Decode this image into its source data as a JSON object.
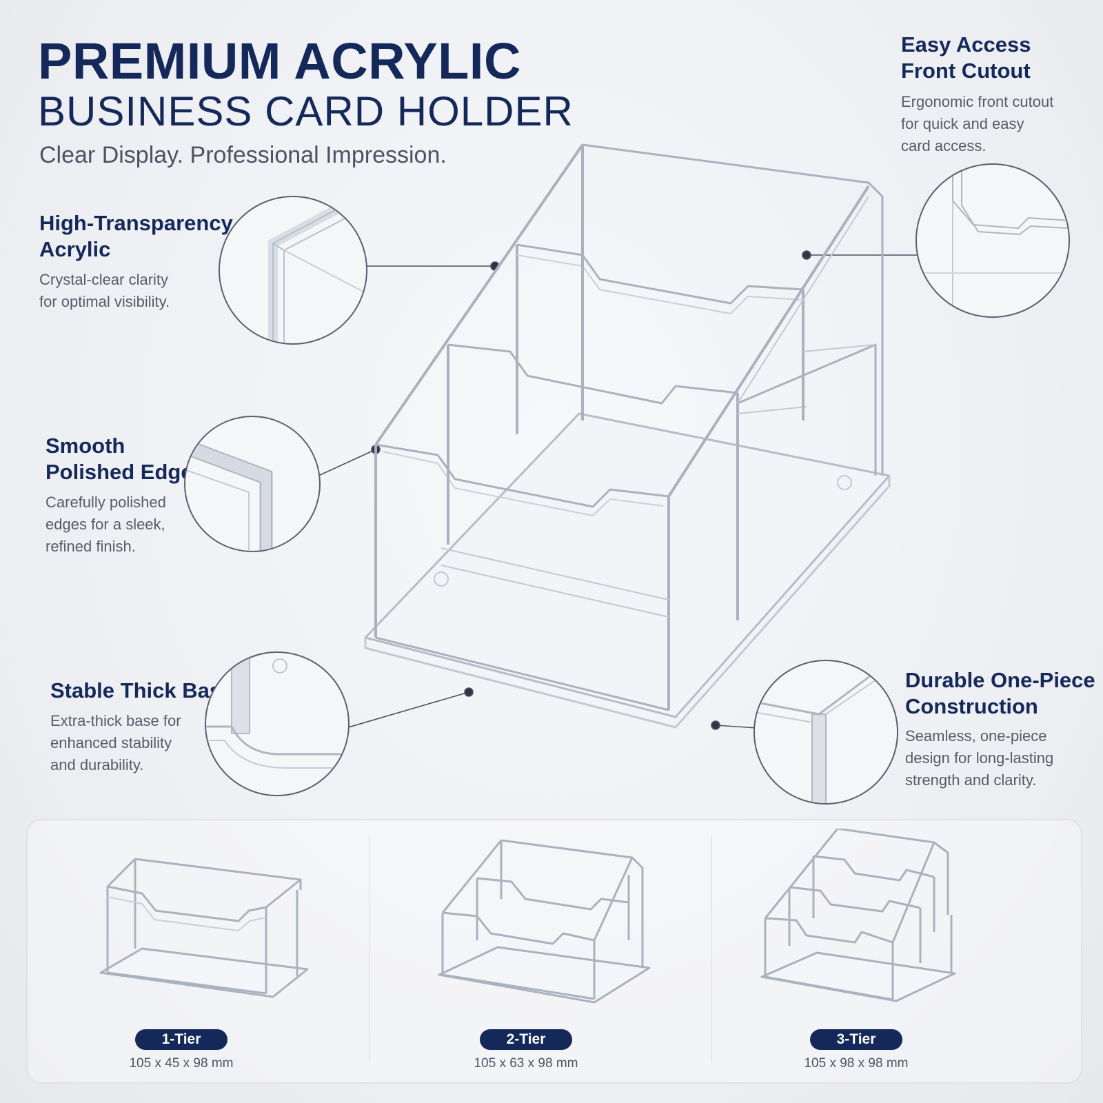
{
  "header": {
    "title_line1": "PREMIUM ACRYLIC",
    "title_line2": "BUSINESS CARD HOLDER",
    "tagline": "Clear Display. Professional Impression."
  },
  "features": {
    "transparency": {
      "title": "High-Transparency\nAcrylic",
      "desc": "Crystal-clear clarity\nfor optimal visibility."
    },
    "edges": {
      "title": "Smooth\nPolished Edges",
      "desc": "Carefully polished\nedges for a sleek,\nrefined finish."
    },
    "base": {
      "title": "Stable Thick Base",
      "desc": "Extra-thick base for\nenhanced stability\nand durability."
    },
    "cutout": {
      "title": "Easy Access\nFront Cutout",
      "desc": "Ergonomic front cutout\nfor quick and easy\ncard access."
    },
    "construction": {
      "title": "Durable One-Piece\nConstruction",
      "desc": "Seamless, one-piece\ndesign for long-lasting\nstrength and clarity."
    }
  },
  "variants": [
    {
      "label": "1-Tier",
      "dims": "105 x 45 x 98 mm"
    },
    {
      "label": "2-Tier",
      "dims": "105 x 63 x 98 mm"
    },
    {
      "label": "3-Tier",
      "dims": "105 x 98 x 98 mm"
    }
  ],
  "colors": {
    "navy": "#14285a",
    "body_text": "#555c69",
    "background": "#eef0f3"
  }
}
